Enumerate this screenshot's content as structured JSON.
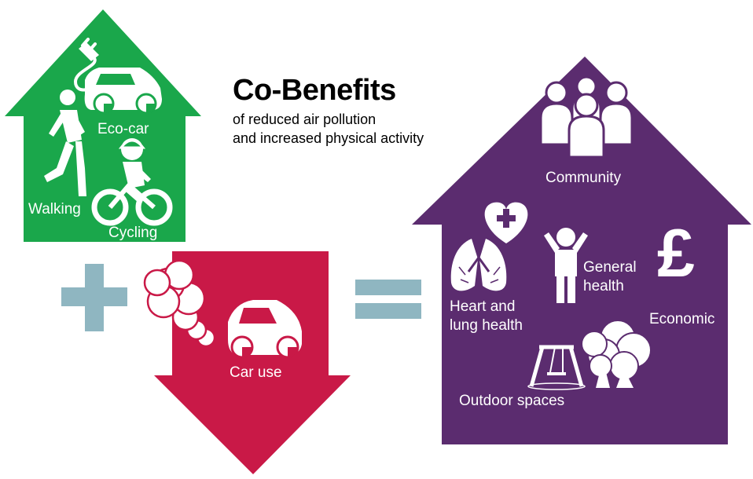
{
  "title": "Co-Benefits",
  "subtitle_line1": "of reduced air pollution",
  "subtitle_line2": "and increased physical activity",
  "green_house": {
    "color": "#1aa74b",
    "labels": {
      "eco_car": "Eco-car",
      "walking": "Walking",
      "cycling": "Cycling"
    }
  },
  "operators": {
    "plus_color": "#8fb6c1",
    "equals_color": "#8fb6c1"
  },
  "red_arrow": {
    "color": "#c91947",
    "label": "Car use"
  },
  "purple_house": {
    "color": "#5b2c6f",
    "labels": {
      "community": "Community",
      "heart_lung_1": "Heart and",
      "heart_lung_2": "lung health",
      "general_1": "General",
      "general_2": "health",
      "economic": "Economic",
      "economic_symbol": "£",
      "outdoor": "Outdoor spaces"
    }
  },
  "icons": [
    "plug-icon",
    "car-icon",
    "walking-person-icon",
    "cycling-child-icon",
    "plus-icon",
    "exhaust-cloud-icon",
    "equals-icon",
    "people-group-icon",
    "lungs-icon",
    "heart-plus-icon",
    "child-arms-up-icon",
    "pound-icon",
    "swing-icon",
    "trees-icon"
  ]
}
